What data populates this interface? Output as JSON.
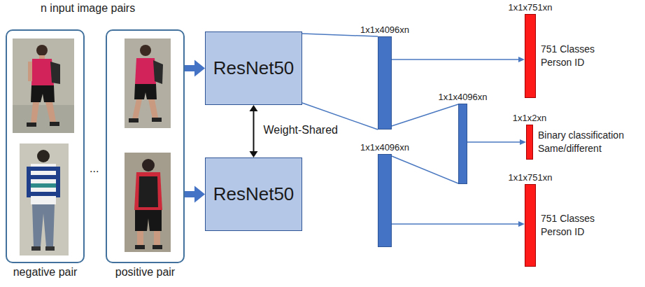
{
  "diagram": {
    "nodes": [
      {
        "text": [
          "negative pair"
        ]
      },
      {
        "text": [
          "positive pair"
        ]
      },
      {
        "text": [
          "ResNet50"
        ]
      },
      {
        "text": [
          "ResNet50"
        ]
      },
      {
        "text": [
          "1x1x4096xn"
        ]
      },
      {
        "text": [
          "1x1x4096xn"
        ]
      },
      {
        "text": [
          "1x1x4096xn"
        ]
      },
      {
        "text": [
          "1x1x751xn",
          "751 Classes Person ID"
        ]
      },
      {
        "text": [
          "1x1x2xn",
          "Binary classification Same/different"
        ]
      },
      {
        "text": [
          "1x1x751xn",
          "751 Classes Person ID"
        ]
      }
    ],
    "edges": [
      {
        "from": 1,
        "to": 2,
        "arrow": "to"
      },
      {
        "from": 1,
        "to": 3,
        "arrow": "to"
      },
      {
        "from": 2,
        "to": 3,
        "arrow": "both",
        "label": "Weight-Shared"
      },
      {
        "from": 2,
        "to": 4,
        "arrow": "none"
      },
      {
        "from": 4,
        "to": 7,
        "arrow": "to"
      },
      {
        "from": 4,
        "to": 6,
        "arrow": "none"
      },
      {
        "from": 5,
        "to": 6,
        "arrow": "none"
      },
      {
        "from": 5,
        "to": 9,
        "arrow": "to"
      },
      {
        "from": 6,
        "to": 8,
        "arrow": "to"
      }
    ],
    "labels": [
      "n input image pairs",
      "..."
    ]
  }
}
